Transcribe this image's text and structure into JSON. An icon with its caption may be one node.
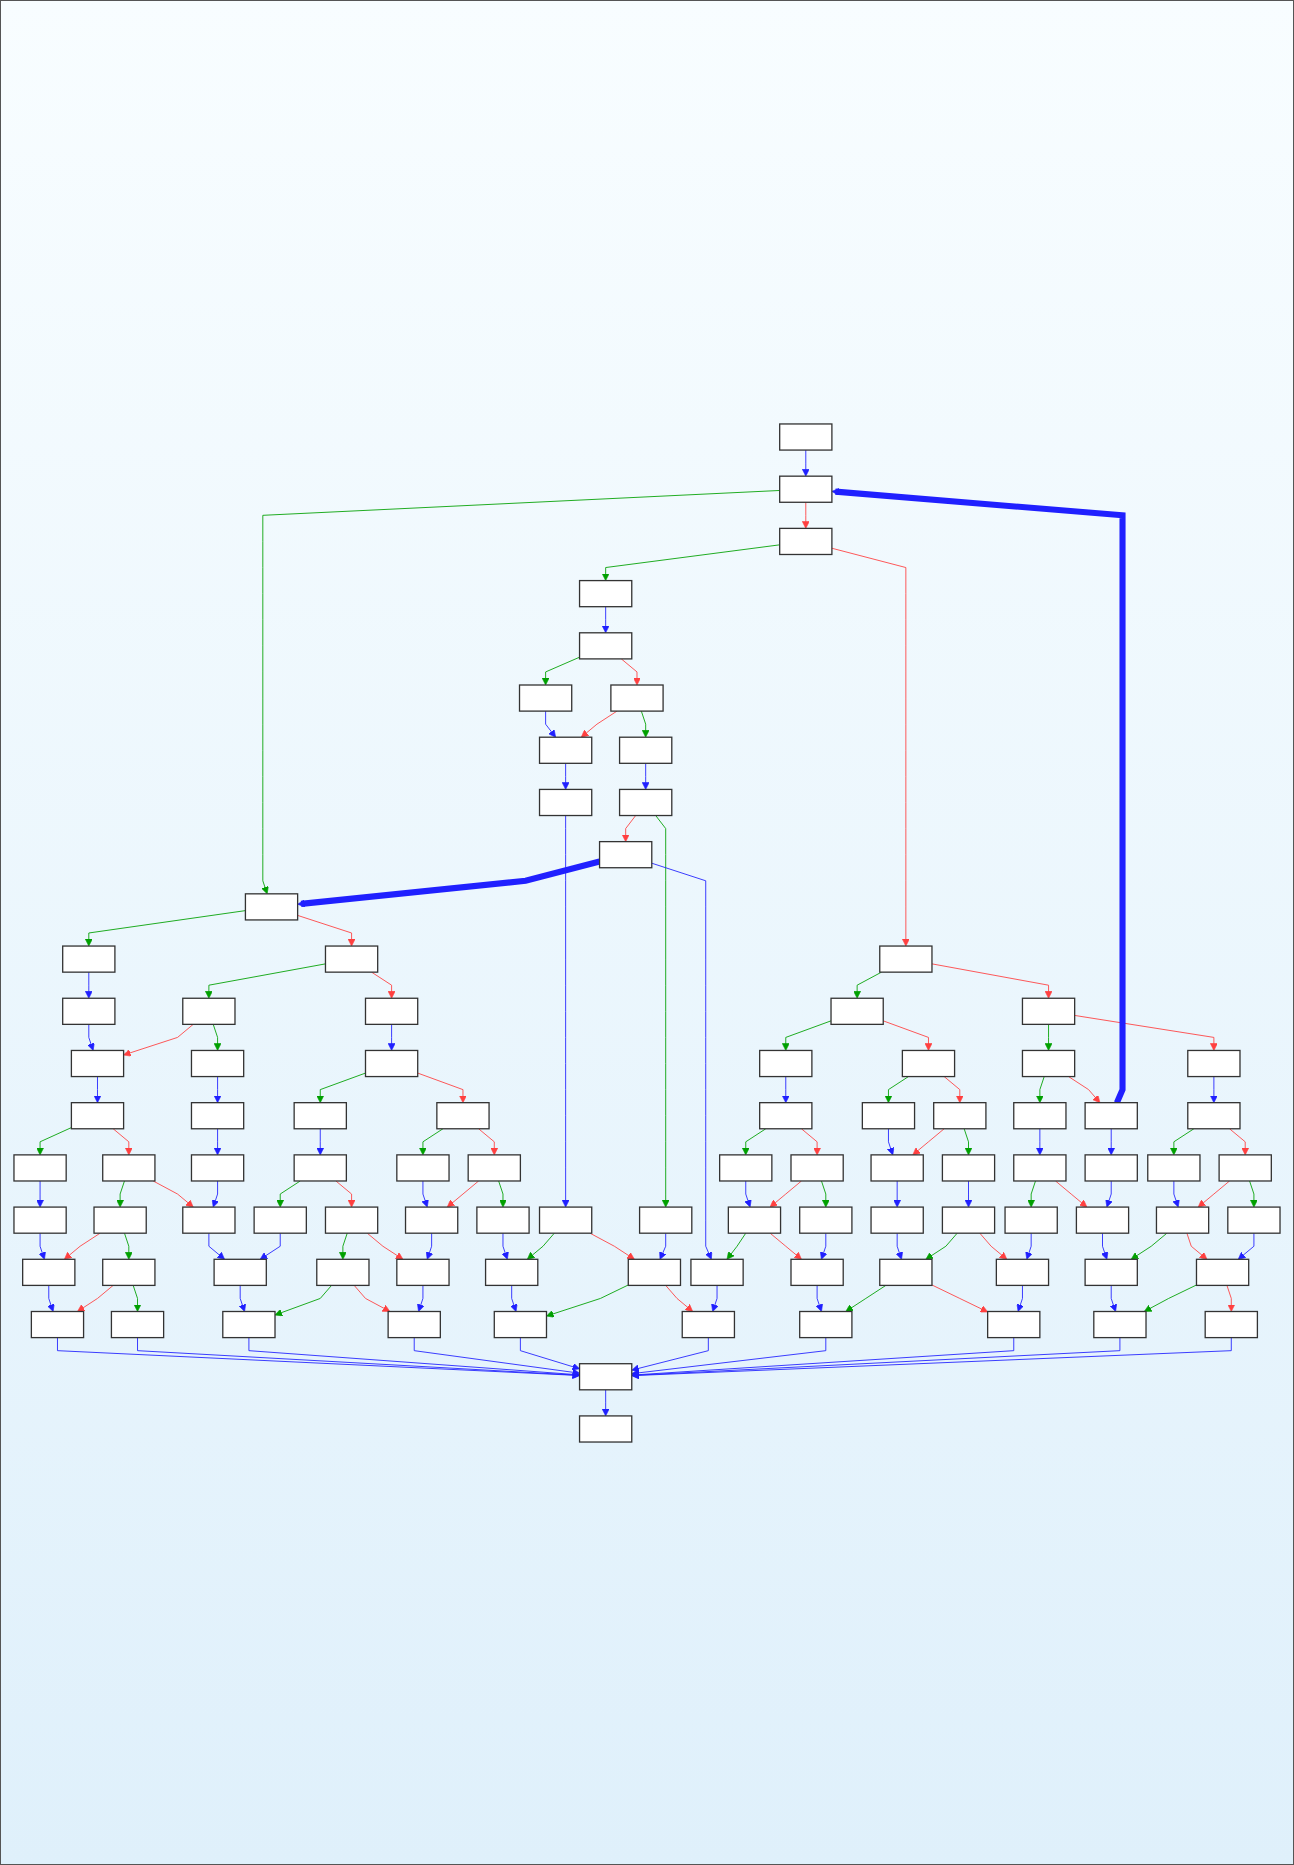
{
  "diagram": {
    "nodes": [
      {
        "text": [],
        "shape": "box"
      },
      {
        "text": [],
        "shape": "box"
      },
      {
        "text": [],
        "shape": "box"
      },
      {
        "text": [],
        "shape": "box"
      },
      {
        "text": [],
        "shape": "box"
      },
      {
        "text": [],
        "shape": "box"
      },
      {
        "text": [],
        "shape": "box"
      },
      {
        "text": [],
        "shape": "box"
      },
      {
        "text": [],
        "shape": "box"
      },
      {
        "text": [],
        "shape": "box"
      },
      {
        "text": [],
        "shape": "box"
      },
      {
        "text": [],
        "shape": "box"
      },
      {
        "text": [],
        "shape": "box"
      },
      {
        "text": [],
        "shape": "box"
      },
      {
        "text": [],
        "shape": "box"
      },
      {
        "text": [],
        "shape": "box"
      },
      {
        "text": [],
        "shape": "box"
      },
      {
        "text": [],
        "shape": "box"
      },
      {
        "text": [],
        "shape": "box"
      },
      {
        "text": [],
        "shape": "box"
      },
      {
        "text": [],
        "shape": "box"
      },
      {
        "text": [],
        "shape": "box"
      },
      {
        "text": [],
        "shape": "box"
      },
      {
        "text": [],
        "shape": "box"
      },
      {
        "text": [],
        "shape": "box"
      },
      {
        "text": [],
        "shape": "box"
      },
      {
        "text": [],
        "shape": "box"
      },
      {
        "text": [],
        "shape": "box"
      },
      {
        "text": [],
        "shape": "box"
      },
      {
        "text": [],
        "shape": "box"
      },
      {
        "text": [],
        "shape": "box"
      },
      {
        "text": [],
        "shape": "box"
      },
      {
        "text": [],
        "shape": "box"
      },
      {
        "text": [],
        "shape": "box"
      },
      {
        "text": [],
        "shape": "box"
      },
      {
        "text": [],
        "shape": "box"
      },
      {
        "text": [],
        "shape": "box"
      },
      {
        "text": [],
        "shape": "box"
      },
      {
        "text": [],
        "shape": "box"
      },
      {
        "text": [],
        "shape": "box"
      },
      {
        "text": [],
        "shape": "box"
      },
      {
        "text": [],
        "shape": "box"
      },
      {
        "text": [],
        "shape": "box"
      },
      {
        "text": [],
        "shape": "box"
      },
      {
        "text": [],
        "shape": "box"
      },
      {
        "text": [],
        "shape": "box"
      },
      {
        "text": [],
        "shape": "box"
      },
      {
        "text": [],
        "shape": "box"
      },
      {
        "text": [],
        "shape": "box"
      },
      {
        "text": [],
        "shape": "box"
      },
      {
        "text": [],
        "shape": "box"
      },
      {
        "text": [],
        "shape": "box"
      },
      {
        "text": [],
        "shape": "box"
      },
      {
        "text": [],
        "shape": "box"
      },
      {
        "text": [],
        "shape": "box"
      },
      {
        "text": [],
        "shape": "box"
      },
      {
        "text": [],
        "shape": "box"
      },
      {
        "text": [],
        "shape": "box"
      },
      {
        "text": [],
        "shape": "box"
      },
      {
        "text": [],
        "shape": "box"
      },
      {
        "text": [],
        "shape": "box"
      },
      {
        "text": [],
        "shape": "box"
      },
      {
        "text": [],
        "shape": "box"
      },
      {
        "text": [],
        "shape": "box"
      },
      {
        "text": [],
        "shape": "box"
      },
      {
        "text": [],
        "shape": "box"
      },
      {
        "text": [],
        "shape": "box"
      },
      {
        "text": [],
        "shape": "box"
      },
      {
        "text": [],
        "shape": "box"
      },
      {
        "text": [],
        "shape": "box"
      },
      {
        "text": [],
        "shape": "box"
      },
      {
        "text": [],
        "shape": "box"
      },
      {
        "text": [],
        "shape": "box"
      },
      {
        "text": [],
        "shape": "box"
      },
      {
        "text": [],
        "shape": "box"
      },
      {
        "text": [],
        "shape": "box"
      },
      {
        "text": [],
        "shape": "box"
      },
      {
        "text": [],
        "shape": "box"
      },
      {
        "text": [],
        "shape": "box"
      },
      {
        "text": [],
        "shape": "box"
      },
      {
        "text": [],
        "shape": "box"
      },
      {
        "text": [],
        "shape": "box"
      },
      {
        "text": [],
        "shape": "box"
      },
      {
        "text": [],
        "shape": "box"
      },
      {
        "text": [],
        "shape": "box"
      },
      {
        "text": [],
        "shape": "box"
      },
      {
        "text": [],
        "shape": "box"
      },
      {
        "text": [],
        "shape": "box"
      },
      {
        "text": [],
        "shape": "box"
      },
      {
        "text": [],
        "shape": "box"
      },
      {
        "text": [],
        "shape": "box"
      },
      {
        "text": [],
        "shape": "box"
      },
      {
        "text": [],
        "shape": "box"
      },
      {
        "text": [],
        "shape": "box"
      }
    ],
    "edges": [
      {
        "from": 0,
        "to": 1,
        "arrow": "to"
      },
      {
        "from": 1,
        "to": 2,
        "arrow": "to",
        "color": "#00a000"
      },
      {
        "from": 1,
        "to": 3,
        "arrow": "to",
        "color": "#ff4040"
      },
      {
        "from": 2,
        "to": 4,
        "arrow": "to",
        "color": "#00a000"
      },
      {
        "from": 2,
        "to": 5,
        "arrow": "to",
        "color": "#ff4040"
      },
      {
        "from": 3,
        "to": 6,
        "arrow": "to",
        "color": "#00a000"
      },
      {
        "from": 3,
        "to": 7,
        "arrow": "to",
        "color": "#ff4040"
      },
      {
        "from": 4,
        "to": 8,
        "arrow": "to"
      },
      {
        "from": 5,
        "to": 9,
        "arrow": "to",
        "color": "#00a000"
      },
      {
        "from": 5,
        "to": 10,
        "arrow": "to",
        "color": "#ff4040"
      },
      {
        "from": 6,
        "to": 11,
        "arrow": "to"
      },
      {
        "from": 7,
        "to": 12,
        "arrow": "to",
        "color": "#00a000"
      },
      {
        "from": 7,
        "to": 13,
        "arrow": "to",
        "color": "#ff4040"
      },
      {
        "from": 8,
        "to": 14,
        "arrow": "to"
      },
      {
        "from": 9,
        "to": 15,
        "arrow": "to",
        "color": "#00a000"
      },
      {
        "from": 9,
        "to": 14,
        "arrow": "to",
        "color": "#ff4040"
      },
      {
        "from": 10,
        "to": 16,
        "arrow": "to"
      },
      {
        "from": 11,
        "to": 17,
        "arrow": "to",
        "color": "#00a000"
      },
      {
        "from": 11,
        "to": 18,
        "arrow": "to",
        "color": "#ff4040"
      },
      {
        "from": 12,
        "to": 19,
        "arrow": "to",
        "color": "#00a000"
      },
      {
        "from": 12,
        "to": 20,
        "arrow": "to",
        "color": "#ff4040"
      },
      {
        "from": 13,
        "to": 21,
        "arrow": "to",
        "color": "#00a000"
      },
      {
        "from": 13,
        "to": 22,
        "arrow": "to",
        "color": "#ff4040"
      },
      {
        "from": 14,
        "to": 23,
        "arrow": "to"
      },
      {
        "from": 15,
        "to": 24,
        "arrow": "to"
      },
      {
        "from": 16,
        "to": 25,
        "arrow": "to",
        "color": "#00a000"
      },
      {
        "from": 16,
        "to": 26,
        "arrow": "to",
        "color": "#ff4040"
      },
      {
        "from": 17,
        "to": 27,
        "arrow": "to"
      },
      {
        "from": 18,
        "to": 28,
        "arrow": "to",
        "color": "#00a000"
      },
      {
        "from": 18,
        "to": 27,
        "arrow": "to",
        "color": "#ff4040"
      },
      {
        "from": 19,
        "to": 29,
        "arrow": "to"
      },
      {
        "from": 20,
        "to": 30,
        "arrow": "to",
        "color": "#00a000"
      },
      {
        "from": 20,
        "to": 31,
        "arrow": "to",
        "color": "#ff4040"
      },
      {
        "from": 21,
        "to": 32,
        "arrow": "to",
        "color": "#00a000"
      },
      {
        "from": 21,
        "to": 33,
        "arrow": "to",
        "color": "#ff4040"
      },
      {
        "from": 22,
        "to": 34,
        "arrow": "to"
      },
      {
        "from": 23,
        "to": 35,
        "arrow": "to",
        "color": "#00a000"
      },
      {
        "from": 23,
        "to": 36,
        "arrow": "to",
        "color": "#ff4040"
      },
      {
        "from": 24,
        "to": 37,
        "arrow": "to"
      },
      {
        "from": 25,
        "to": 38,
        "arrow": "to"
      },
      {
        "from": 26,
        "to": 39,
        "arrow": "to",
        "color": "#00a000"
      },
      {
        "from": 26,
        "to": 40,
        "arrow": "to",
        "color": "#ff4040"
      },
      {
        "from": 27,
        "to": 41,
        "arrow": "to"
      },
      {
        "from": 28,
        "to": 42,
        "arrow": "to"
      },
      {
        "from": 29,
        "to": 43,
        "arrow": "to",
        "color": "#00a000"
      },
      {
        "from": 29,
        "to": 44,
        "arrow": "to",
        "color": "#ff4040"
      },
      {
        "from": 30,
        "to": 45,
        "arrow": "to"
      },
      {
        "from": 31,
        "to": 46,
        "arrow": "to",
        "color": "#00a000"
      },
      {
        "from": 31,
        "to": 45,
        "arrow": "to",
        "color": "#ff4040"
      },
      {
        "from": 32,
        "to": 47,
        "arrow": "to"
      },
      {
        "from": 33,
        "to": 48,
        "arrow": "to"
      },
      {
        "from": 34,
        "to": 49,
        "arrow": "to",
        "color": "#00a000"
      },
      {
        "from": 34,
        "to": 50,
        "arrow": "to",
        "color": "#ff4040"
      },
      {
        "from": 35,
        "to": 51,
        "arrow": "to"
      },
      {
        "from": 36,
        "to": 52,
        "arrow": "to",
        "color": "#00a000"
      },
      {
        "from": 36,
        "to": 53,
        "arrow": "to",
        "color": "#ff4040"
      },
      {
        "from": 37,
        "to": 53,
        "arrow": "to"
      },
      {
        "from": 38,
        "to": 54,
        "arrow": "to",
        "color": "#00a000"
      },
      {
        "from": 38,
        "to": 55,
        "arrow": "to",
        "color": "#ff4040"
      },
      {
        "from": 39,
        "to": 56,
        "arrow": "to"
      },
      {
        "from": 40,
        "to": 57,
        "arrow": "to",
        "color": "#00a000"
      },
      {
        "from": 40,
        "to": 56,
        "arrow": "to",
        "color": "#ff4040"
      },
      {
        "from": 41,
        "to": 58,
        "arrow": "to"
      },
      {
        "from": 42,
        "to": 59,
        "arrow": "to",
        "color": "#00a000"
      },
      {
        "from": 42,
        "to": 60,
        "arrow": "to",
        "color": "#ff4040"
      },
      {
        "from": 43,
        "to": 61,
        "arrow": "to"
      },
      {
        "from": 44,
        "to": 62,
        "arrow": "to",
        "color": "#00a000"
      },
      {
        "from": 44,
        "to": 61,
        "arrow": "to",
        "color": "#ff4040"
      },
      {
        "from": 45,
        "to": 63,
        "arrow": "to"
      },
      {
        "from": 46,
        "to": 64,
        "arrow": "to"
      },
      {
        "from": 47,
        "to": 65,
        "arrow": "to",
        "color": "#00a000"
      },
      {
        "from": 47,
        "to": 66,
        "arrow": "to",
        "color": "#ff4040"
      },
      {
        "from": 48,
        "to": 66,
        "arrow": "to"
      },
      {
        "from": 49,
        "to": 67,
        "arrow": "to"
      },
      {
        "from": 50,
        "to": 68,
        "arrow": "to",
        "color": "#00a000"
      },
      {
        "from": 50,
        "to": 67,
        "arrow": "to",
        "color": "#ff4040"
      },
      {
        "from": 51,
        "to": 69,
        "arrow": "to"
      },
      {
        "from": 52,
        "to": 70,
        "arrow": "to",
        "color": "#00a000"
      },
      {
        "from": 52,
        "to": 69,
        "arrow": "to",
        "color": "#ff4040"
      },
      {
        "from": 53,
        "to": 71,
        "arrow": "to"
      },
      {
        "from": 54,
        "to": 71,
        "arrow": "to"
      },
      {
        "from": 55,
        "to": 72,
        "arrow": "to",
        "color": "#00a000"
      },
      {
        "from": 55,
        "to": 73,
        "arrow": "to",
        "color": "#ff4040"
      },
      {
        "from": 56,
        "to": 73,
        "arrow": "to"
      },
      {
        "from": 57,
        "to": 74,
        "arrow": "to"
      },
      {
        "from": 58,
        "to": 74,
        "arrow": "to",
        "color": "#00a000"
      },
      {
        "from": 58,
        "to": 75,
        "arrow": "to",
        "color": "#ff4040"
      },
      {
        "from": 59,
        "to": 75,
        "arrow": "to"
      },
      {
        "from": 60,
        "to": 76,
        "arrow": "to"
      },
      {
        "from": 61,
        "to": 76,
        "arrow": "to",
        "color": "#00a000"
      },
      {
        "from": 61,
        "to": 77,
        "arrow": "to",
        "color": "#ff4040"
      },
      {
        "from": 62,
        "to": 77,
        "arrow": "to"
      },
      {
        "from": 63,
        "to": 78,
        "arrow": "to"
      },
      {
        "from": 64,
        "to": 78,
        "arrow": "to",
        "color": "#00a000"
      },
      {
        "from": 64,
        "to": 79,
        "arrow": "to",
        "color": "#ff4040"
      },
      {
        "from": 65,
        "to": 79,
        "arrow": "to"
      },
      {
        "from": 66,
        "to": 80,
        "arrow": "to"
      },
      {
        "from": 67,
        "to": 80,
        "arrow": "to",
        "color": "#00a000"
      },
      {
        "from": 67,
        "to": 81,
        "arrow": "to",
        "color": "#ff4040"
      },
      {
        "from": 68,
        "to": 81,
        "arrow": "to"
      },
      {
        "from": 69,
        "to": 82,
        "arrow": "to"
      },
      {
        "from": 70,
        "to": 83,
        "arrow": "to",
        "color": "#00a000"
      },
      {
        "from": 70,
        "to": 82,
        "arrow": "to",
        "color": "#ff4040"
      },
      {
        "from": 71,
        "to": 84,
        "arrow": "to"
      },
      {
        "from": 72,
        "to": 84,
        "arrow": "to",
        "color": "#00a000"
      },
      {
        "from": 72,
        "to": 85,
        "arrow": "to",
        "color": "#ff4040"
      },
      {
        "from": 73,
        "to": 85,
        "arrow": "to"
      },
      {
        "from": 74,
        "to": 86,
        "arrow": "to"
      },
      {
        "from": 75,
        "to": 86,
        "arrow": "to",
        "color": "#00a000"
      },
      {
        "from": 75,
        "to": 87,
        "arrow": "to",
        "color": "#ff4040"
      },
      {
        "from": 76,
        "to": 87,
        "arrow": "to"
      },
      {
        "from": 77,
        "to": 88,
        "arrow": "to"
      },
      {
        "from": 78,
        "to": 88,
        "arrow": "to",
        "color": "#00a000"
      },
      {
        "from": 78,
        "to": 89,
        "arrow": "to",
        "color": "#ff4040"
      },
      {
        "from": 79,
        "to": 89,
        "arrow": "to"
      },
      {
        "from": 80,
        "to": 90,
        "arrow": "to"
      },
      {
        "from": 81,
        "to": 90,
        "arrow": "to",
        "color": "#00a000"
      },
      {
        "from": 81,
        "to": 91,
        "arrow": "to",
        "color": "#ff4040"
      },
      {
        "from": 82,
        "to": 92,
        "arrow": "to"
      },
      {
        "from": 83,
        "to": 92,
        "arrow": "to"
      },
      {
        "from": 84,
        "to": 92,
        "arrow": "to"
      },
      {
        "from": 85,
        "to": 92,
        "arrow": "to"
      },
      {
        "from": 86,
        "to": 92,
        "arrow": "to"
      },
      {
        "from": 87,
        "to": 92,
        "arrow": "to"
      },
      {
        "from": 88,
        "to": 92,
        "arrow": "to"
      },
      {
        "from": 89,
        "to": 92,
        "arrow": "to"
      },
      {
        "from": 90,
        "to": 92,
        "arrow": "to"
      },
      {
        "from": 91,
        "to": 92,
        "arrow": "to"
      },
      {
        "from": 92,
        "to": 93,
        "arrow": "to"
      },
      {
        "from": 33,
        "to": 1,
        "arrow": "to",
        "style": "thick"
      },
      {
        "from": 60,
        "to": 2,
        "arrow": "to",
        "style": "thick"
      }
    ]
  }
}
